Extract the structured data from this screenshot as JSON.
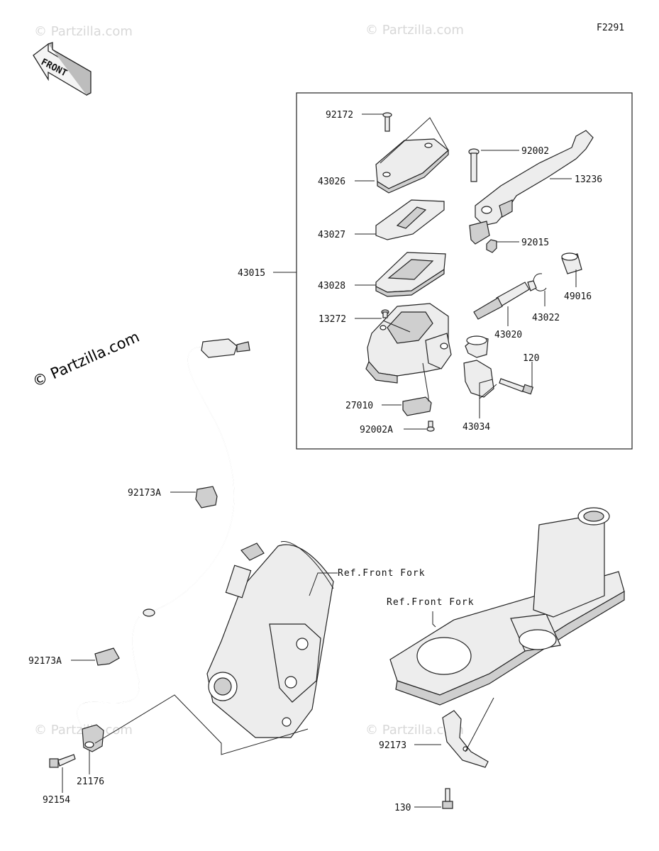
{
  "figure_code": "F2291",
  "front_label": "FRONT",
  "watermark": "© Partzilla.com",
  "watermark_faint": "© Partzilla.com",
  "refs": {
    "fork_left": "Ref.Front Fork",
    "fork_right": "Ref.Front Fork"
  },
  "parts": {
    "p92172": "92172",
    "p92002": "92002",
    "p13236": "13236",
    "p43026": "43026",
    "p43027": "43027",
    "p92015": "92015",
    "p43015": "43015",
    "p43028": "43028",
    "p49016": "49016",
    "p43022": "43022",
    "p13272": "13272",
    "p43020": "43020",
    "p120": "120",
    "p27010": "27010",
    "p43034": "43034",
    "p92002A": "92002A",
    "p92173A_top": "92173A",
    "p92173A_bottom": "92173A",
    "p21176": "21176",
    "p92154": "92154",
    "p92173": "92173",
    "p130": "130"
  }
}
